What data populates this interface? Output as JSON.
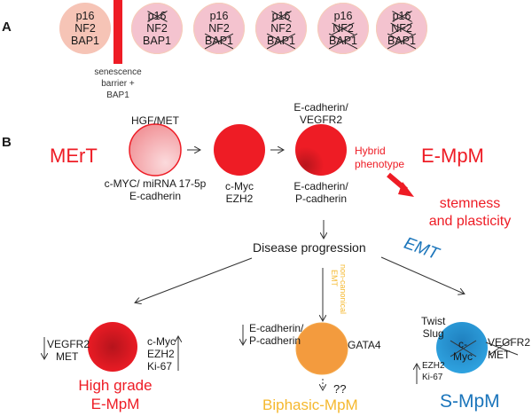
{
  "panel_a": {
    "label": "A",
    "circles": [
      {
        "genes": [
          {
            "name": "p16",
            "lost": false
          },
          {
            "name": "NF2",
            "lost": false
          },
          {
            "name": "BAP1",
            "lost": false
          }
        ],
        "state": "normal"
      },
      {
        "genes": [
          {
            "name": "p16",
            "lost": true
          },
          {
            "name": "NF2",
            "lost": false
          },
          {
            "name": "BAP1",
            "lost": false
          }
        ],
        "state": "altered"
      },
      {
        "genes": [
          {
            "name": "p16",
            "lost": false
          },
          {
            "name": "NF2",
            "lost": false
          },
          {
            "name": "BAP1",
            "lost": true
          }
        ],
        "state": "altered"
      },
      {
        "genes": [
          {
            "name": "p16",
            "lost": true
          },
          {
            "name": "NF2",
            "lost": false
          },
          {
            "name": "BAP1",
            "lost": true
          }
        ],
        "state": "altered"
      },
      {
        "genes": [
          {
            "name": "p16",
            "lost": false
          },
          {
            "name": "NF2",
            "lost": true
          },
          {
            "name": "BAP1",
            "lost": true
          }
        ],
        "state": "altered"
      },
      {
        "genes": [
          {
            "name": "p16",
            "lost": true
          },
          {
            "name": "NF2",
            "lost": true
          },
          {
            "name": "BAP1",
            "lost": true
          }
        ],
        "state": "altered"
      }
    ],
    "barrier_label": [
      "senescence",
      "barrier +",
      "BAP1"
    ]
  },
  "panel_b": {
    "label": "B",
    "mert_label": "MErT",
    "empm_label": "E-MpM",
    "stage1": {
      "top": "HGF/MET",
      "bottom": [
        "c-MYC/ miRNA 17-5p",
        "E-cadherin"
      ]
    },
    "stage2": {
      "bottom": [
        "c-Myc",
        "EZH2"
      ]
    },
    "stage3": {
      "top": [
        "E-cadherin/",
        "VEGFR2"
      ],
      "bottom": [
        "E-cadherin/",
        "P-cadherin"
      ]
    },
    "hybrid_label": [
      "Hybrid",
      "phenotype"
    ],
    "stemness_label": [
      "stemness",
      "and plasticity"
    ],
    "disease_progression": "Disease progression",
    "emt_label": "EMT",
    "noncanonical_label": [
      "non-canonical",
      "EMT"
    ],
    "high_grade": {
      "down_markers": [
        "VEGFR2",
        "MET"
      ],
      "up_markers": [
        "c-Myc",
        "EZH2",
        "Ki-67"
      ],
      "title": [
        "High grade",
        "E-MpM"
      ]
    },
    "biphasic": {
      "down_markers": [
        "E-cadherin/",
        "P-cadherin"
      ],
      "right_marker": "GATA4",
      "unknown": "??",
      "title": "Biphasic-MpM"
    },
    "smpm": {
      "markers_top": [
        "Twist",
        "Slug"
      ],
      "inner_lost": [
        "c-",
        "Myc"
      ],
      "right_lost": [
        "VEGFR2",
        "MET"
      ],
      "up_markers": [
        "EZH2",
        "Ki-67"
      ],
      "title": "S-MpM"
    },
    "colors": {
      "red": "#ee1c25",
      "orange": "#f39b3e",
      "yellow_text": "#f5b82e",
      "blue": "#1b75bb",
      "blue_circle": "#2a9ad8"
    }
  }
}
